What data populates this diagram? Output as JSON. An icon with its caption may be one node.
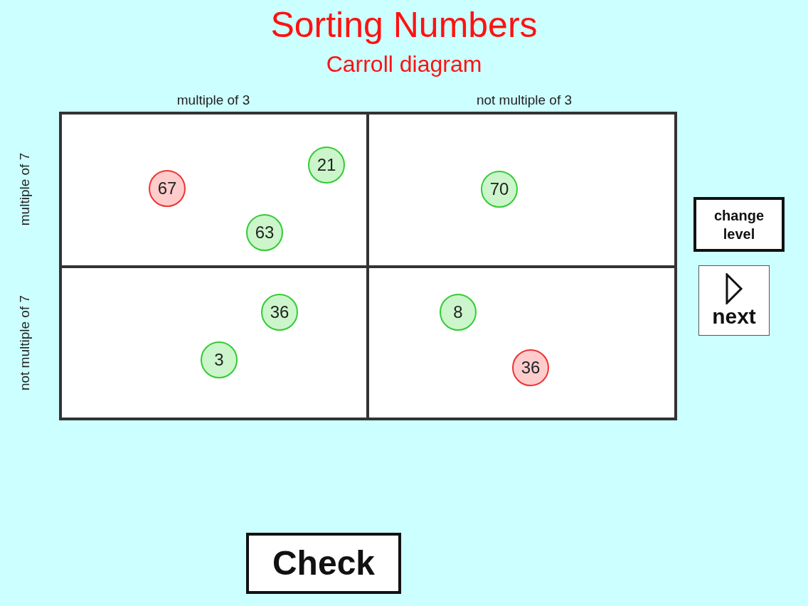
{
  "diagram": {
    "title": "Sorting Numbers",
    "nodes": [
      {
        "text": [],
        "shape": "box"
      },
      {
        "text": [
          "21"
        ],
        "in": 0
      },
      {
        "text": [
          "67"
        ],
        "in": 0
      },
      {
        "text": [
          "63"
        ],
        "in": 0
      },
      {
        "text": [],
        "shape": "box"
      },
      {
        "text": [
          "70"
        ],
        "in": 4
      },
      {
        "text": [],
        "shape": "box"
      },
      {
        "text": [
          "36"
        ],
        "in": 6
      },
      {
        "text": [
          "3"
        ],
        "in": 6
      },
      {
        "text": [],
        "shape": "box"
      },
      {
        "text": [
          "8"
        ],
        "in": 9
      },
      {
        "text": [
          "36"
        ],
        "in": 9
      },
      {
        "text": [
          "change level"
        ]
      },
      {
        "text": [
          "next"
        ]
      },
      {
        "text": [
          "Check"
        ]
      }
    ],
    "edges": [],
    "labels": [
      "Carroll diagram",
      "multiple of 3",
      "not multiple of 3",
      "multiple of 7",
      "not multiple of 7"
    ]
  }
}
